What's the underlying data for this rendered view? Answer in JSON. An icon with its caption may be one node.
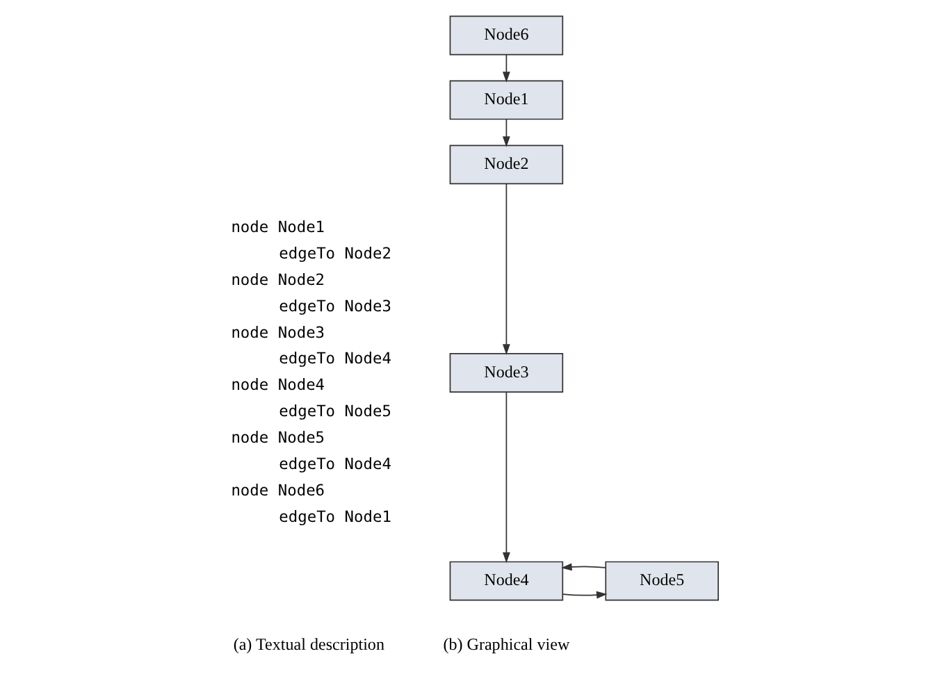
{
  "diagram": {
    "nodes": [
      {
        "text": [
          "Node6"
        ]
      },
      {
        "text": [
          "Node1"
        ]
      },
      {
        "text": [
          "Node2"
        ]
      },
      {
        "text": [
          "Node3"
        ]
      },
      {
        "text": [
          "Node4"
        ]
      },
      {
        "text": [
          "Node5"
        ]
      }
    ],
    "edges": [
      {
        "from": 0,
        "to": 1,
        "arrow": "to"
      },
      {
        "from": 1,
        "to": 2,
        "arrow": "to"
      },
      {
        "from": 2,
        "to": 3,
        "arrow": "to"
      },
      {
        "from": 3,
        "to": 4,
        "arrow": "to"
      },
      {
        "from": 4,
        "to": 5,
        "arrow": "to"
      },
      {
        "from": 5,
        "to": 4,
        "arrow": "to"
      }
    ],
    "labels": [
      "node Node1",
      "edgeTo Node2",
      "node Node2",
      "edgeTo Node3",
      "node Node3",
      "edgeTo Node4",
      "node Node4",
      "edgeTo Node5",
      "node Node5",
      "edgeTo Node4",
      "node Node6",
      "edgeTo Node1",
      "(a) Textual description",
      "(b) Graphical view"
    ]
  }
}
